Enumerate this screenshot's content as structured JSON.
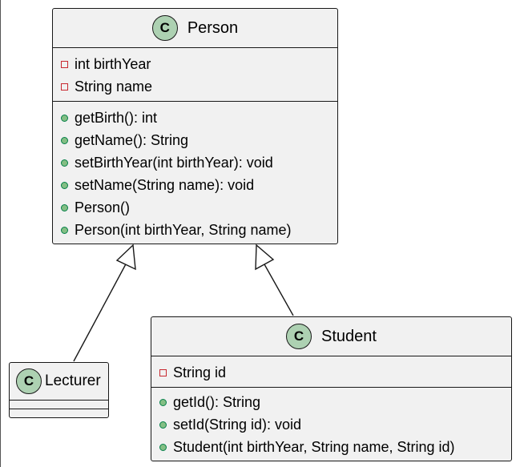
{
  "colors": {
    "class_fill": "#f1f1f1",
    "border": "#181818",
    "stereotype_circle": "#add1b2",
    "private_marker": "#c82930",
    "public_marker": "#84be84"
  },
  "classes": {
    "person": {
      "stereotype": "C",
      "name": "Person",
      "fields": [
        {
          "visibility": "private",
          "text": "int birthYear"
        },
        {
          "visibility": "private",
          "text": "String name"
        }
      ],
      "methods": [
        {
          "visibility": "public",
          "text": "getBirth(): int"
        },
        {
          "visibility": "public",
          "text": "getName(): String"
        },
        {
          "visibility": "public",
          "text": "setBirthYear(int birthYear): void"
        },
        {
          "visibility": "public",
          "text": "setName(String name): void"
        },
        {
          "visibility": "public",
          "text": "Person()"
        },
        {
          "visibility": "public",
          "text": "Person(int birthYear, String name)"
        }
      ]
    },
    "student": {
      "stereotype": "C",
      "name": "Student",
      "fields": [
        {
          "visibility": "private",
          "text": "String id"
        }
      ],
      "methods": [
        {
          "visibility": "public",
          "text": "getId(): String"
        },
        {
          "visibility": "public",
          "text": "setId(String id): void"
        },
        {
          "visibility": "public",
          "text": "Student(int birthYear, String name, String id)"
        }
      ]
    },
    "lecturer": {
      "stereotype": "C",
      "name": "Lecturer",
      "fields": [],
      "methods": []
    }
  },
  "relations": [
    {
      "type": "inheritance",
      "from": "Lecturer",
      "to": "Person"
    },
    {
      "type": "inheritance",
      "from": "Student",
      "to": "Person"
    }
  ]
}
